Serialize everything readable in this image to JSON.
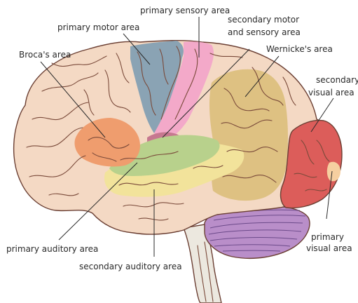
{
  "labels": {
    "primary_sensory": "primary sensory area",
    "primary_motor": "primary motor area",
    "secondary_motor_sensory_1": "secondary motor",
    "secondary_motor_sensory_2": "and sensory area",
    "broca": "Broca's area",
    "wernicke": "Wernicke's area",
    "secondary_visual_1": "secondary",
    "secondary_visual_2": "visual area",
    "primary_visual_1": "primary",
    "primary_visual_2": "visual area",
    "primary_auditory": "primary auditory area",
    "secondary_auditory": "secondary auditory area"
  },
  "colors": {
    "brain_tissue": "#f4d9c4",
    "primary_motor": "#8aa3b4",
    "primary_sensory": "#f3a9c9",
    "secondary_motor_sensory": "#c6788f",
    "broca": "#ef9d6e",
    "wernicke": "#dcc07e",
    "secondary_auditory": "#f2e39b",
    "primary_auditory": "#b8d18c",
    "secondary_visual": "#dc5d5a",
    "primary_visual": "#f6cfa0",
    "cerebellum": "#b98ec9",
    "brainstem": "#ece8df"
  }
}
